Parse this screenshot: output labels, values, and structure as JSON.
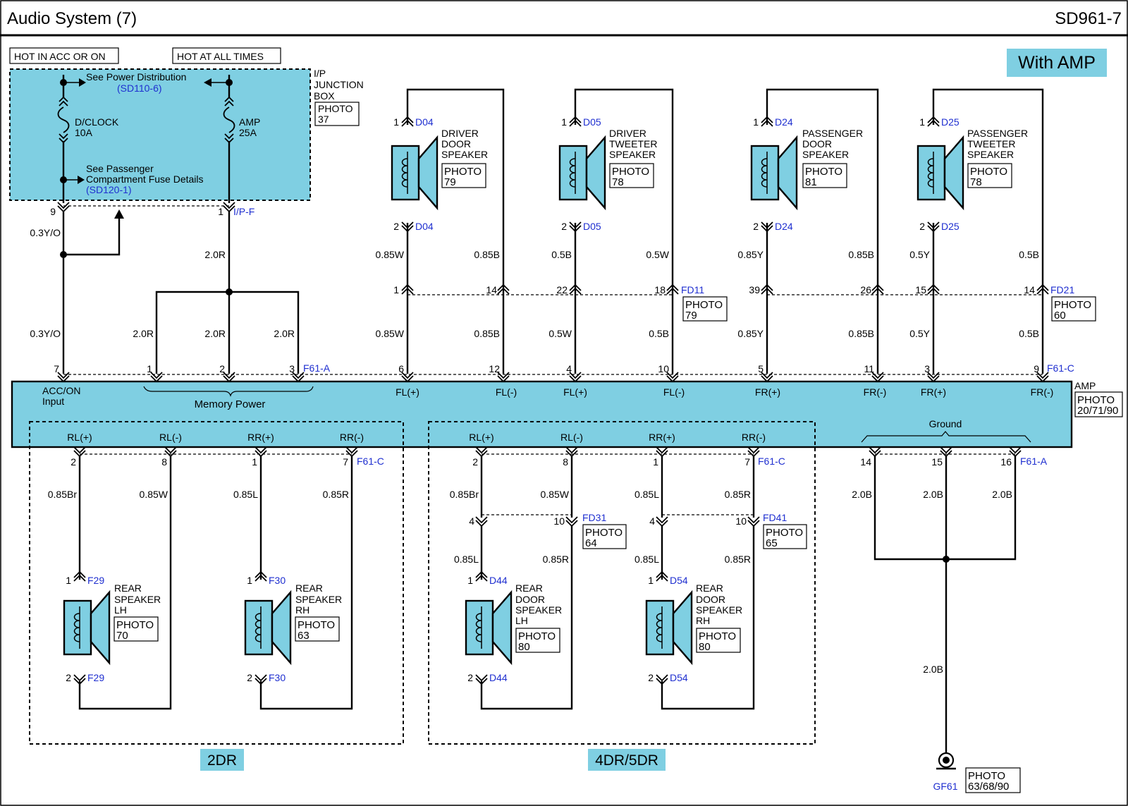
{
  "header": {
    "title": "Audio System (7)",
    "code": "SD961-7"
  },
  "colors": {
    "accent": "#7fcfe2",
    "link": "#1f2fd0",
    "ink": "#000000"
  },
  "badges": {
    "with_amp": "With AMP",
    "two_dr": "2DR",
    "four_five_dr": "4DR/5DR"
  },
  "power": {
    "hot_acc": "HOT IN ACC OR ON",
    "hot_all": "HOT AT ALL TIMES",
    "see_power": "See Power Distribution",
    "sd110": "(SD110-6)",
    "fuse1": [
      "D/CLOCK",
      "10A"
    ],
    "fuse2": [
      "AMP",
      "25A"
    ],
    "see_pass": [
      "See  Passenger",
      "Compartment Fuse Details"
    ],
    "sd120": "(SD120-1)",
    "box_label": [
      "I/P",
      "JUNCTION",
      "BOX"
    ],
    "box_photo": [
      "PHOTO",
      "37"
    ],
    "pin9": "9",
    "pin1": "1",
    "ipf": "I/P-F"
  },
  "wires": {
    "w03yo": "0.3Y/O",
    "w20r": "2.0R",
    "w085w": "0.85W",
    "w085b": "0.85B",
    "w05b": "0.5B",
    "w05w": "0.5W",
    "w085y": "0.85Y",
    "w05y": "0.5Y",
    "w085br": "0.85Br",
    "w085l": "0.85L",
    "w085r": "0.85R",
    "w20b": "2.0B"
  },
  "front_speakers": [
    {
      "name": [
        "DRIVER",
        "DOOR",
        "SPEAKER"
      ],
      "photo": [
        "PHOTO",
        "79"
      ],
      "conn": "D04",
      "p1": "1",
      "p2": "2"
    },
    {
      "name": [
        "DRIVER",
        "TWEETER",
        "SPEAKER"
      ],
      "photo": [
        "PHOTO",
        "78"
      ],
      "conn": "D05",
      "p1": "1",
      "p2": "2"
    },
    {
      "name": [
        "PASSENGER",
        "DOOR",
        "SPEAKER"
      ],
      "photo": [
        "PHOTO",
        "81"
      ],
      "conn": "D24",
      "p1": "1",
      "p2": "2"
    },
    {
      "name": [
        "PASSENGER",
        "TWEETER",
        "SPEAKER"
      ],
      "photo": [
        "PHOTO",
        "78"
      ],
      "conn": "D25",
      "p1": "1",
      "p2": "2"
    }
  ],
  "fd_connectors": {
    "pins": [
      "1",
      "14",
      "22",
      "18",
      "39",
      "26",
      "15",
      "14"
    ],
    "fd11": "FD11",
    "fd11_photo": [
      "PHOTO",
      "79"
    ],
    "fd21": "FD21",
    "fd21_photo": [
      "PHOTO",
      "60"
    ]
  },
  "amp": {
    "top_pins": [
      "7",
      "1",
      "2",
      "3",
      "6",
      "12",
      "4",
      "10",
      "5",
      "11",
      "3",
      "9"
    ],
    "f61a": "F61-A",
    "f61c": "F61-C",
    "label": "AMP",
    "photo": [
      "PHOTO",
      "20/71/90"
    ],
    "acc_on": [
      "ACC/ON",
      "Input"
    ],
    "memory_power": "Memory Power",
    "fl_plus": "FL(+)",
    "fl_minus": "FL(-)",
    "fr_plus": "FR(+)",
    "fr_minus": "FR(-)",
    "rl_plus": "RL(+)",
    "rl_minus": "RL(-)",
    "rr_plus": "RR(+)",
    "rr_minus": "RR(-)",
    "ground": "Ground"
  },
  "rear": {
    "pins_2dr": [
      "2",
      "8",
      "1",
      "7"
    ],
    "pins_4dr": [
      "2",
      "8",
      "1",
      "7"
    ],
    "ground_pins": [
      "14",
      "15",
      "16"
    ],
    "fd_pins": [
      "4",
      "10",
      "4",
      "10"
    ],
    "fd31": "FD31",
    "fd31_photo": [
      "PHOTO",
      "64"
    ],
    "fd41": "FD41",
    "fd41_photo": [
      "PHOTO",
      "65"
    ],
    "speakers": [
      {
        "name": [
          "REAR",
          "SPEAKER",
          "LH"
        ],
        "photo": [
          "PHOTO",
          "70"
        ],
        "conn": "F29"
      },
      {
        "name": [
          "REAR",
          "SPEAKER",
          "RH"
        ],
        "photo": [
          "PHOTO",
          "63"
        ],
        "conn": "F30"
      },
      {
        "name": [
          "REAR",
          "DOOR",
          "SPEAKER",
          "LH"
        ],
        "photo": [
          "PHOTO",
          "80"
        ],
        "conn": "D44"
      },
      {
        "name": [
          "REAR",
          "DOOR",
          "SPEAKER",
          "RH"
        ],
        "photo": [
          "PHOTO",
          "80"
        ],
        "conn": "D54"
      }
    ],
    "sp_p1": "1",
    "sp_p2": "2",
    "gf61": "GF61",
    "gf61_photo": [
      "PHOTO",
      "63/68/90"
    ]
  }
}
